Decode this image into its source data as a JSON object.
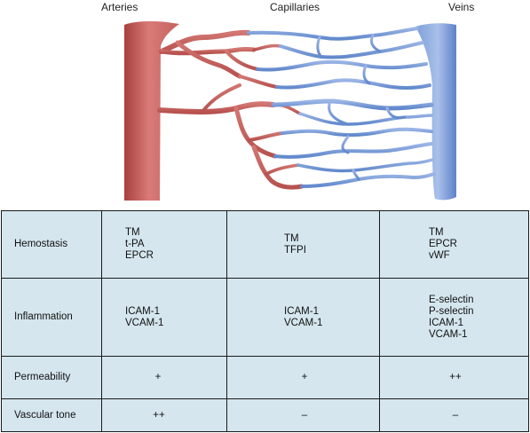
{
  "headers": {
    "arteries": "Arteries",
    "capillaries": "Capillaries",
    "veins": "Veins"
  },
  "colors": {
    "artery": "#c0504d",
    "vein": "#4f81bd",
    "capillary": "#9db4e0",
    "table_fill": "#d5e6ee",
    "table_border": "#1a1a1a"
  },
  "table": {
    "rows": [
      {
        "label": "Hemostasis",
        "arteries": [
          "TM",
          "t-PA",
          "EPCR"
        ],
        "capillaries": [
          "TM",
          "TFPI"
        ],
        "veins": [
          "TM",
          "EPCR",
          "vWF"
        ]
      },
      {
        "label": "Inflammation",
        "arteries": [
          "ICAM-1",
          "VCAM-1"
        ],
        "capillaries": [
          "ICAM-1",
          "VCAM-1"
        ],
        "veins": [
          "E-selectin",
          "P-selectin",
          "ICAM-1",
          "VCAM-1"
        ]
      },
      {
        "label": "Permeability",
        "arteries": "+",
        "capillaries": "+",
        "veins": "++"
      },
      {
        "label": "Vascular tone",
        "arteries": "++",
        "capillaries": "–",
        "veins": "–"
      }
    ]
  }
}
